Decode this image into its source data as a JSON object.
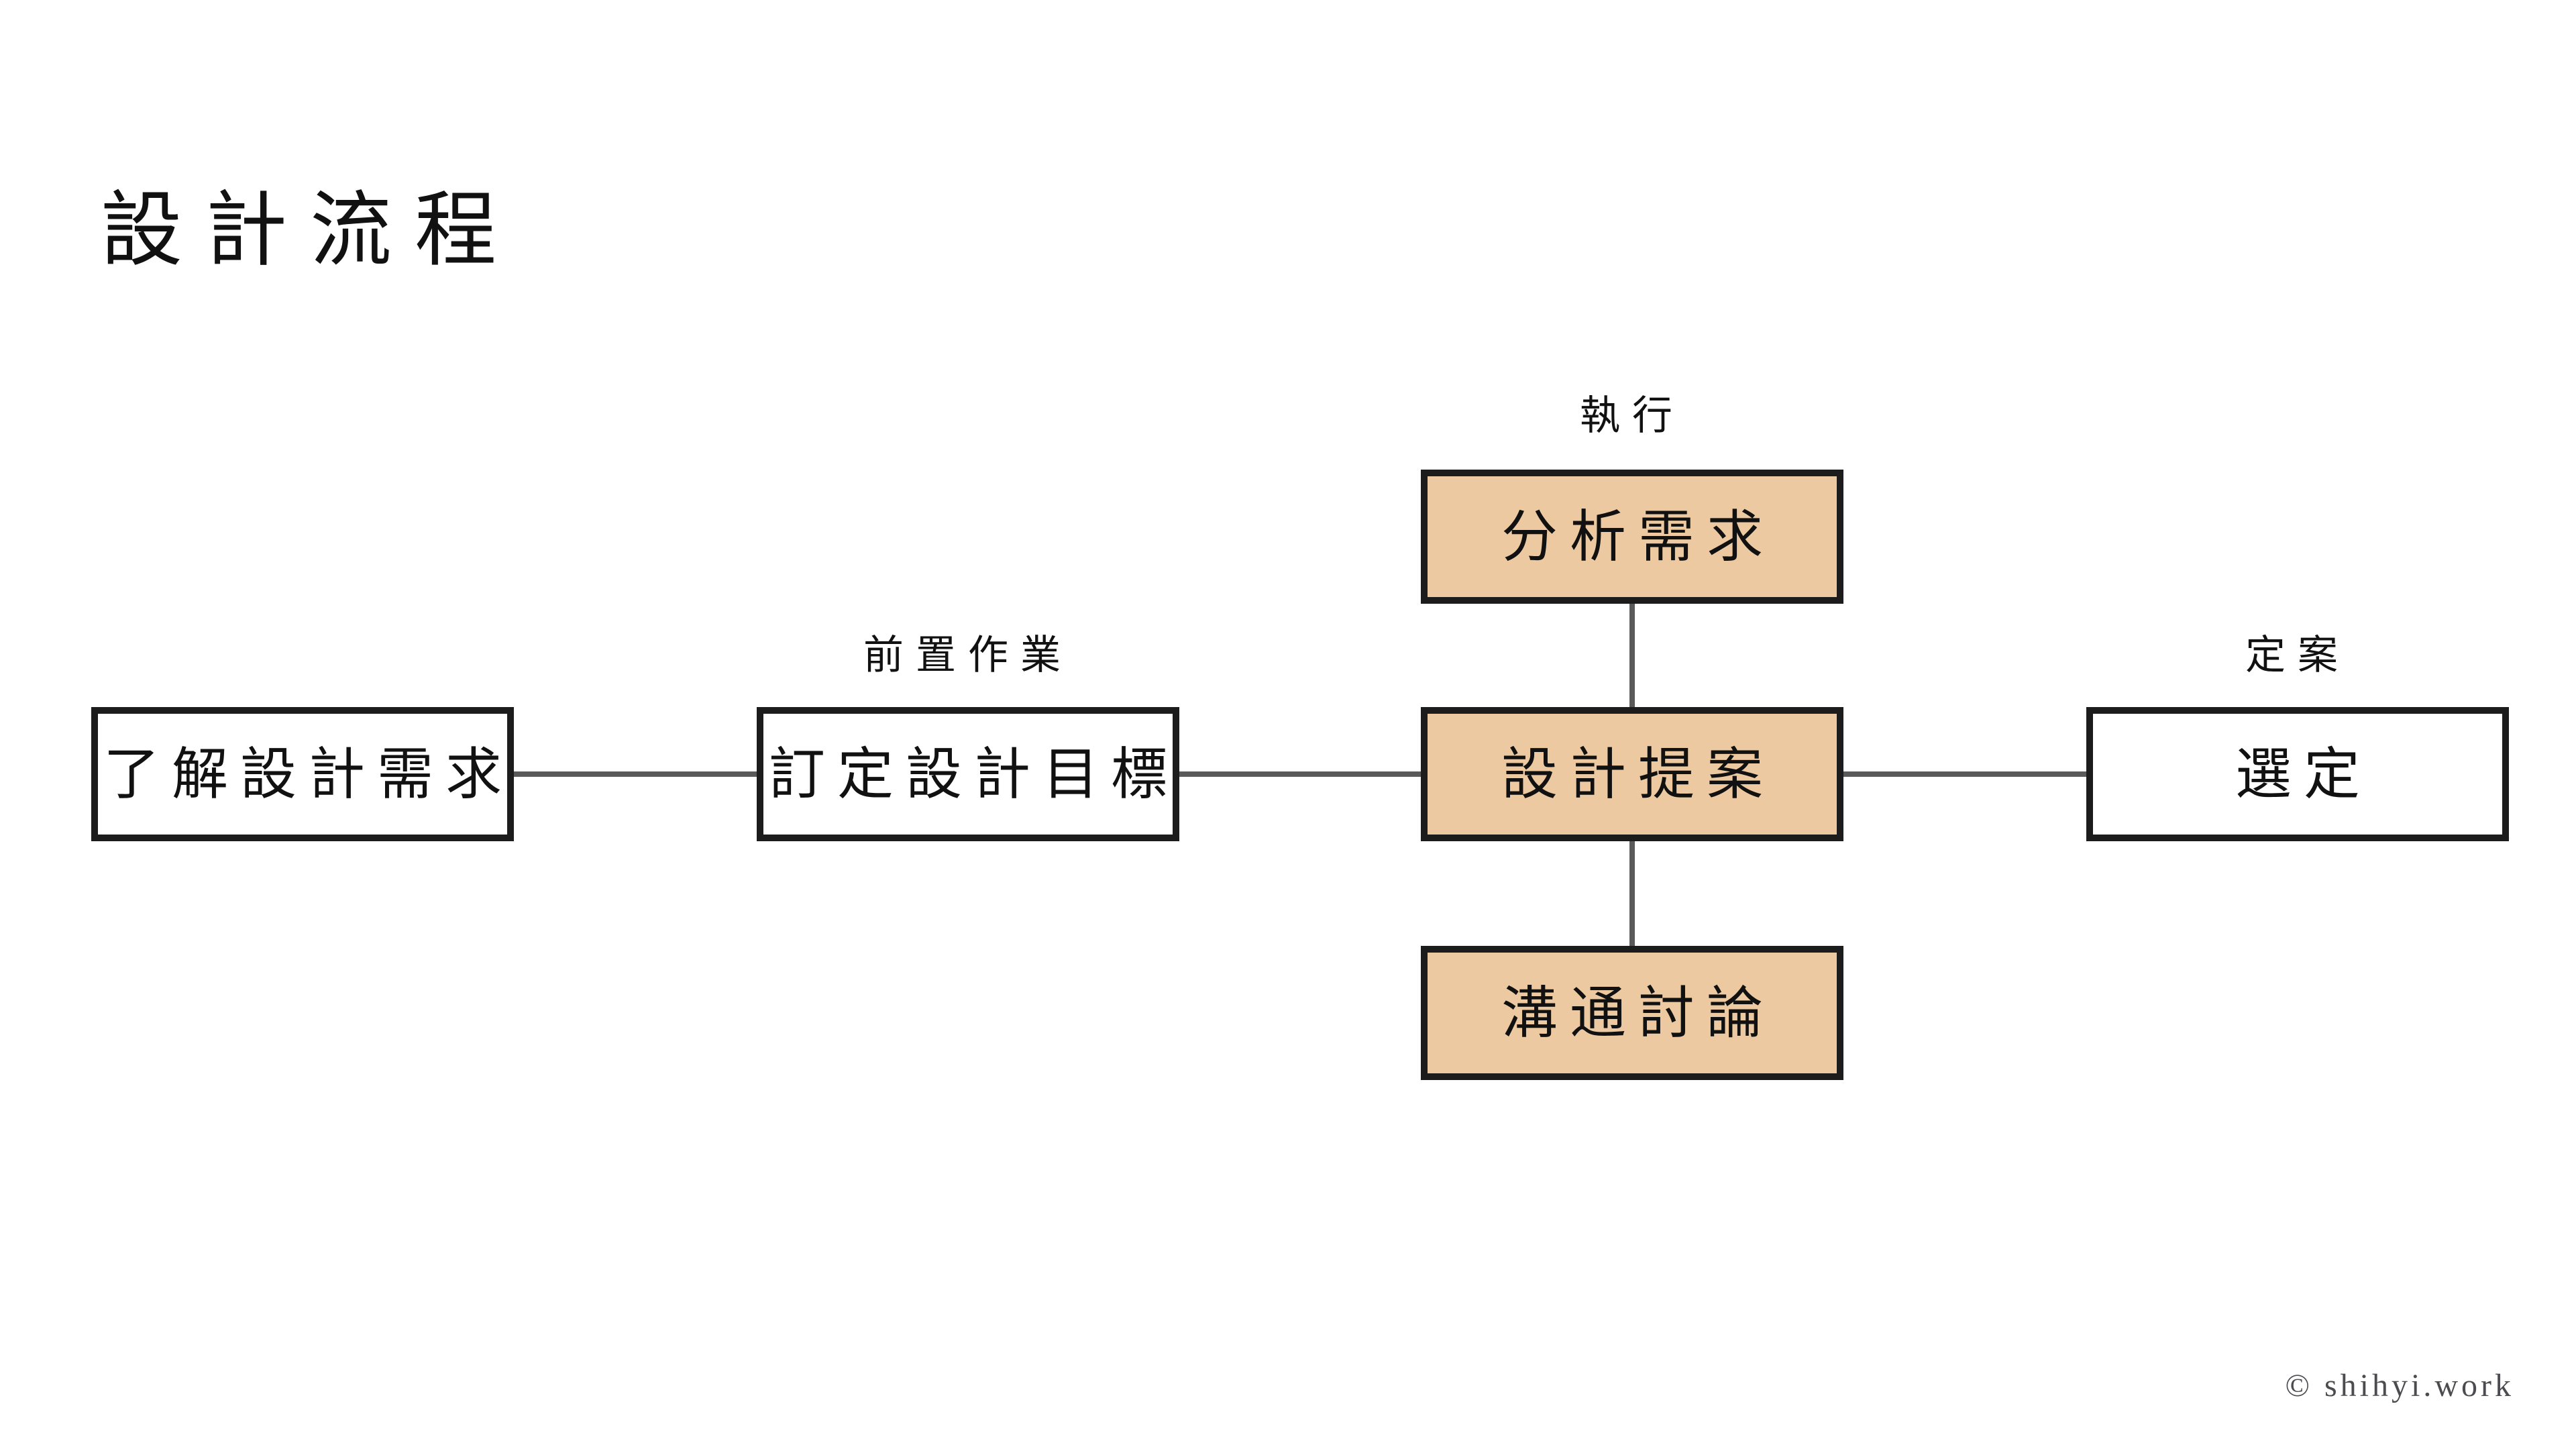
{
  "page": {
    "title": "設計流程",
    "watermark": "© shihyi.work",
    "background_color": "#ffffff"
  },
  "diagram": {
    "type": "flowchart",
    "colors": {
      "highlight_fill": "#ecc9a0",
      "plain_fill": "#ffffff",
      "border": "#1c1c1c",
      "connector": "#5a5a5a",
      "text": "#111111",
      "watermark_text": "#4c4c50"
    },
    "stage_labels": {
      "pre_work": "前置作業",
      "execute": "執行",
      "finalize": "定案"
    },
    "nodes": {
      "understand": {
        "label": "了解設計需求",
        "highlighted": false
      },
      "set_goal": {
        "label": "訂定設計目標",
        "highlighted": false
      },
      "analyze": {
        "label": "分析需求",
        "highlighted": true
      },
      "propose": {
        "label": "設計提案",
        "highlighted": true
      },
      "discuss": {
        "label": "溝通討論",
        "highlighted": true
      },
      "select": {
        "label": "選定",
        "highlighted": false
      }
    },
    "edges": [
      {
        "from": "understand",
        "to": "set_goal"
      },
      {
        "from": "set_goal",
        "to": "propose"
      },
      {
        "from": "analyze",
        "to": "propose"
      },
      {
        "from": "propose",
        "to": "discuss"
      },
      {
        "from": "propose",
        "to": "select"
      }
    ]
  }
}
